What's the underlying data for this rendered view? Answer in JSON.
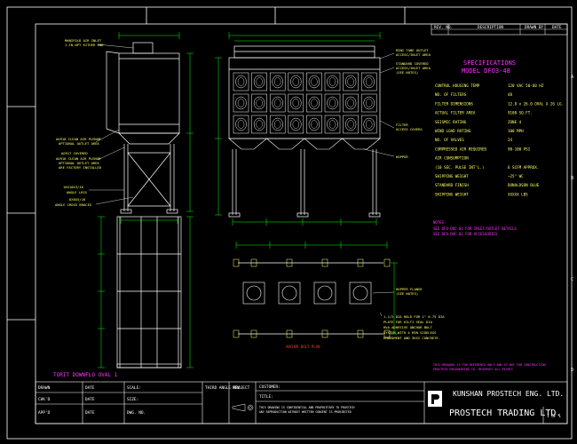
{
  "spec": {
    "title": "SPECIFICATIONS",
    "model": "MODEL DFO3-48",
    "rows": [
      {
        "label": "CONTROL HOUSING TEMP",
        "value": "120 VAC 50-60 HZ"
      },
      {
        "label": "NO. OF FILTERS",
        "value": "48"
      },
      {
        "label": "FILTER DIMENSIONS",
        "value": "12.8 x 26.0 OVAL X 26 LG."
      },
      {
        "label": "ACTUAL FILTER AREA",
        "value": "9100 SQ.FT."
      },
      {
        "label": "SEISMIC RATING",
        "value": "ZONE 4"
      },
      {
        "label": "WIND LOAD RATING",
        "value": "100 MPH"
      },
      {
        "label": "NO. OF VALVES",
        "value": "24"
      },
      {
        "label": "COMPRESSED AIR REQUIRED",
        "value": "90-100 PSI"
      },
      {
        "label": "AIR CONSUMPTION",
        "value": ""
      },
      {
        "label": "(10 SEC. PULSE INT'L.)",
        "value": "6 SCFM APPROX."
      },
      {
        "label": "SHIPPING WEIGHT",
        "value": "~25\" WC"
      },
      {
        "label": "STANDARD FINISH",
        "value": "DONALDSON BLUE"
      },
      {
        "label": "SHIPPING WEIGHT",
        "value": "XXXXX LBS"
      }
    ]
  },
  "notes": {
    "title": "NOTES:",
    "lines": [
      "SEE DFO-DOC-01 FOR INLET/OUTLET DETAILS",
      "SEE DFO-DOC-02 FOR ACCESSORIES"
    ]
  },
  "callouts": {
    "manifold": "MANIFOLD AIR INLET",
    "manifold2": "1-IN NPT EITHER END",
    "mini_tube": "MINI TUBE OUTLET",
    "mini_tube2": "ACCESS/INLET AREA",
    "std_covered": "STANDARD COVERED",
    "std_covered2": "ACCESS/INLET AREA",
    "std_covered3": "(SEE NOTES)",
    "clean_air_1": "AO918 CLEAN AIR PLENUM",
    "clean_air_1b": "OPTIONAL OUTLET AREA",
    "covered_2": "AO917 COVERED",
    "clean_air_2": "AO918 CLEAN AIR PLENUM",
    "clean_air_2b": "OPTIONAL OUTLET AREA",
    "clean_air_2c": "ARE FACTORY INSTALLED",
    "angle_legs": "10X10X3/16",
    "angle_legs2": "ANGLE LEGS",
    "cross_brace_size": "6X6X5/16",
    "cross_brace": "ANGLE CROSS BRACES",
    "filter_access": "FILTER",
    "filter_access2": "ACCESS COVERS",
    "hopper": "HOPPER",
    "hopper_flange": "HOPPER FLANGE",
    "hopper_flange2": "(SEE NOTES)",
    "anchor_1": "1-1/2 DIA HOLD FOR 1\" 0.75 DIA",
    "anchor_2": "PLATE FOR HILTI SEAL DIA",
    "anchor_3": "HVA ADHESIVE ANCHOR BOLT",
    "anchor_4": "SYSTEM WITH 4 MIN SIDELESS",
    "anchor_5": "EMBEDMENT AND 3KSI CONCRETE.",
    "anchor_plan": "ANCHOR BOLT PLAN",
    "drawing_name": "TORIT DOWNFLO OVAL 1",
    "magenta_note1": "THIS DRAWING IS FOR REFERENCE ONLY AND IS NOT FOR CONSTRUCTION",
    "magenta_note2": "PROSTECH ENGINEERING CO. RESERVES ALL RIGHTS"
  },
  "revision_header": [
    "REV. NO.",
    "DESCRIPTION",
    "DRAWN BY",
    "DATE"
  ],
  "border_letters": [
    "A",
    "B",
    "C",
    "D"
  ],
  "title_block": {
    "rows": [
      {
        "k": "DRAWN",
        "d": "DATE",
        "v": "SCALE:"
      },
      {
        "k": "CHK'D",
        "d": "DATE",
        "v": "SIZE:"
      },
      {
        "k": "APP'D",
        "d": "DATE",
        "v": "DWG. NO."
      }
    ],
    "third_angle": "THIRD ANGLE PROJECT",
    "rev_label": "REV.",
    "customer": "CUSTOMER:",
    "title_label": "TITLE:",
    "disclaimer": "THIS DRAWING IS CONFIDENTIAL AND PROPRIETARY TO PROSTECH",
    "disclaimer2": "ANY REPRODUCTION WITHOUT WRITTEN CONSENT IS PROHIBITED",
    "company1": "KUNSHAN PROSTECH ENG. LTD.",
    "company2": "PROSTECH TRADING LTD.",
    "sheet": "1 OF 1"
  },
  "colors": {
    "frame": "#ffffff",
    "outline": "#00ffff",
    "callout": "#ffff66",
    "heading": "#ff33ff",
    "dim": "#00ff00",
    "accent": "#ff3333"
  }
}
